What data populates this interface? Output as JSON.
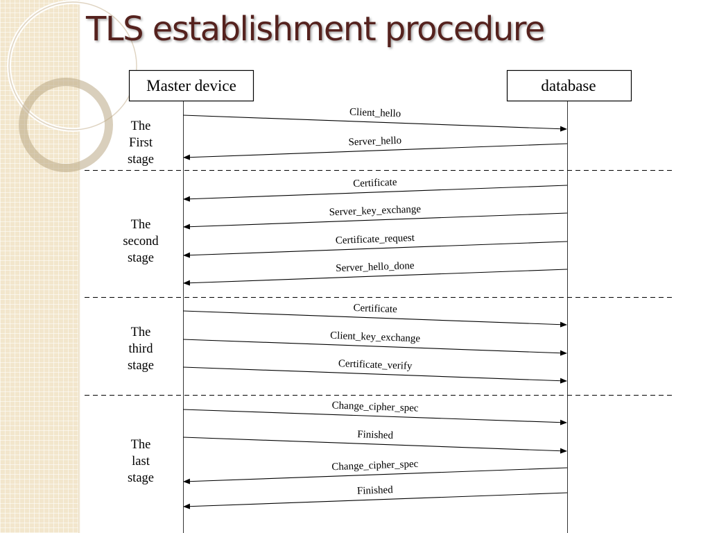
{
  "slide": {
    "title": "TLS establishment procedure"
  },
  "participants": {
    "left": "Master device",
    "right": "database"
  },
  "stages": [
    {
      "lines": [
        "The",
        "First",
        "stage"
      ]
    },
    {
      "lines": [
        "The",
        "second",
        "stage"
      ]
    },
    {
      "lines": [
        "The",
        "third",
        "stage"
      ]
    },
    {
      "lines": [
        "The",
        "last",
        "stage"
      ]
    }
  ],
  "messages": [
    {
      "label": "Client_hello",
      "direction": "to-database"
    },
    {
      "label": "Server_hello",
      "direction": "to-master"
    },
    {
      "label": "Certificate",
      "direction": "to-master"
    },
    {
      "label": "Server_key_exchange",
      "direction": "to-master"
    },
    {
      "label": "Certificate_request",
      "direction": "to-master"
    },
    {
      "label": "Server_hello_done",
      "direction": "to-master"
    },
    {
      "label": "Certificate",
      "direction": "to-database"
    },
    {
      "label": "Client_key_exchange",
      "direction": "to-database"
    },
    {
      "label": "Certificate_verify",
      "direction": "to-database"
    },
    {
      "label": "Change_cipher_spec",
      "direction": "to-database"
    },
    {
      "label": "Finished",
      "direction": "to-database"
    },
    {
      "label": "Change_cipher_spec",
      "direction": "to-master"
    },
    {
      "label": "Finished",
      "direction": "to-master"
    }
  ]
}
